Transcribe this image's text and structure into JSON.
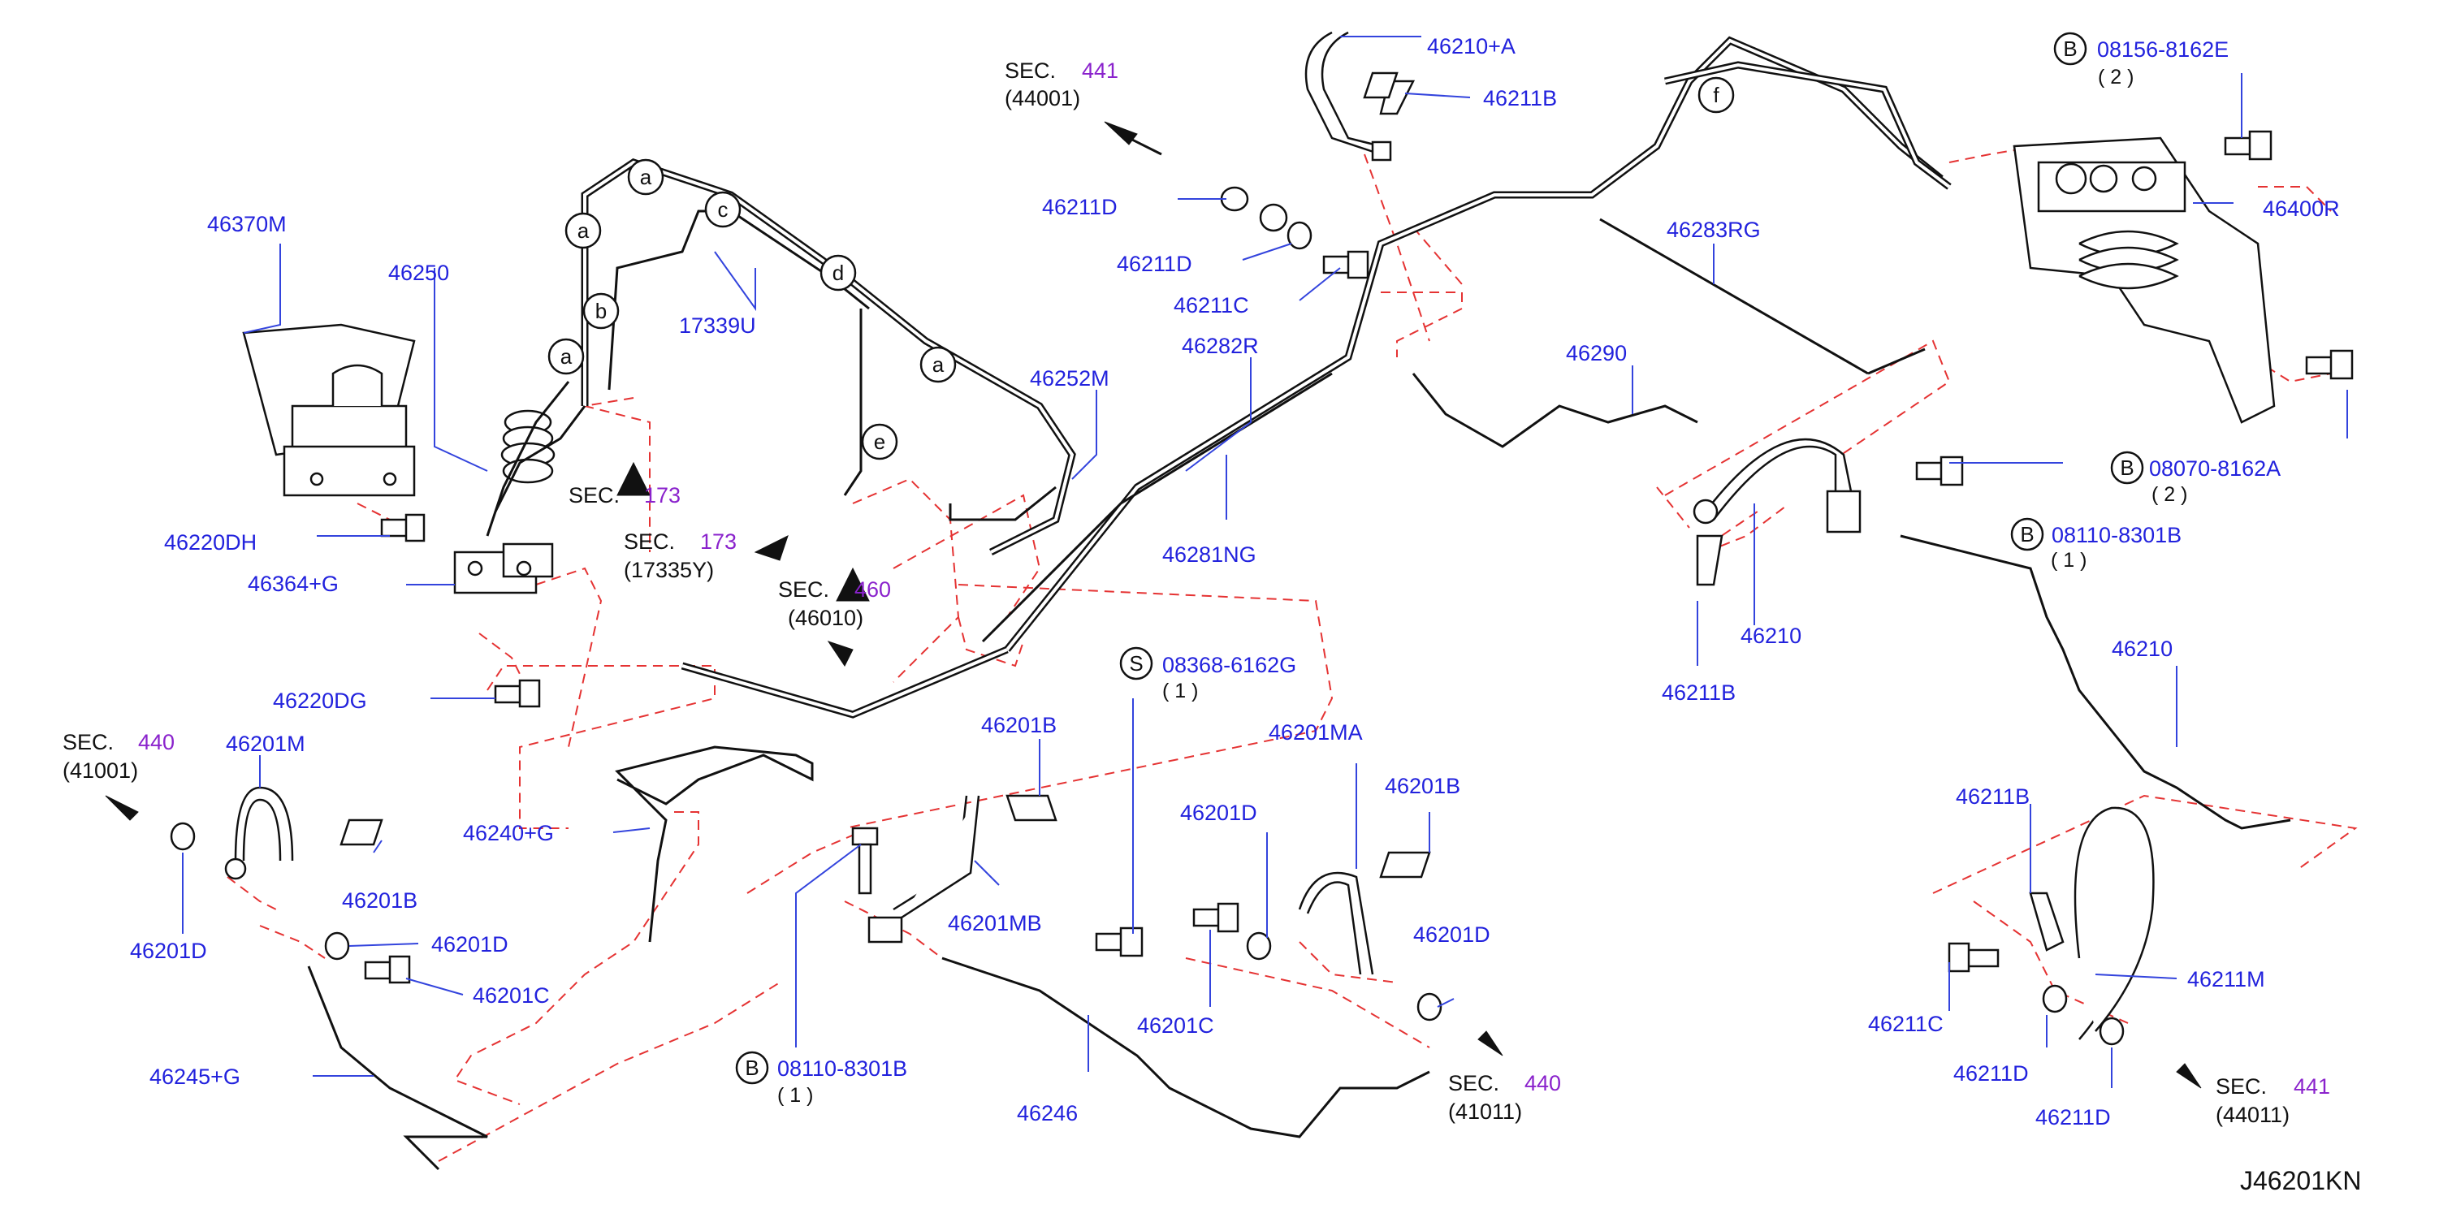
{
  "diagram_code": "J46201KN",
  "labels": {
    "p46370M": "46370M",
    "p46250": "46250",
    "p46220DH": "46220DH",
    "p46364G": "46364+G",
    "p46220DG": "46220DG",
    "p17339U": "17339U",
    "p46252M": "46252M",
    "p46282R": "46282R",
    "p46281NG": "46281NG",
    "p46210A": "46210+A",
    "p46211B_top": "46211B",
    "p46211D_a": "46211D",
    "p46211D_b": "46211D",
    "p46211C_top": "46211C",
    "p46283RG": "46283RG",
    "p46290": "46290",
    "p46400R": "46400R",
    "p08156": "08156-8162E",
    "p08070": "08070-8162A",
    "p08110_r": "08110-8301B",
    "p46210_mid": "46210",
    "p46211B_mid": "46211B",
    "p46210_r": "46210",
    "p46201M": "46201M",
    "p46201B_l": "46201B",
    "p46201D_l1": "46201D",
    "p46201D_l2": "46201D",
    "p46201C_l": "46201C",
    "p46245G": "46245+G",
    "p46240G": "46240+G",
    "p46201B_m": "46201B",
    "p46201MB": "46201MB",
    "p08110_b": "08110-8301B",
    "p08368": "08368-6162G",
    "p46201MA": "46201MA",
    "p46201B_m2": "46201B",
    "p46201D_m": "46201D",
    "p46201D_m2": "46201D",
    "p46201C_m": "46201C",
    "p46246": "46246",
    "p46211B_br": "46211B",
    "p46211M": "46211M",
    "p46211C_br": "46211C",
    "p46211D_br1": "46211D",
    "p46211D_br2": "46211D"
  },
  "quantities": {
    "q08156": "( 2 )",
    "q08070": "( 2 )",
    "q08110_r": "( 1 )",
    "q08110_b": "( 1 )",
    "q08368": "( 1 )"
  },
  "sections": {
    "sec441_top": {
      "prefix": "SEC.",
      "num": "441",
      "sub": "(44001)"
    },
    "sec173_a": {
      "prefix": "SEC.",
      "num": "173",
      "sub": ""
    },
    "sec173_b": {
      "prefix": "SEC.",
      "num": "173",
      "sub": "(17335Y)"
    },
    "sec460": {
      "prefix": "SEC.",
      "num": "460",
      "sub": "(46010)"
    },
    "sec440_l": {
      "prefix": "SEC.",
      "num": "440",
      "sub": "(41001)"
    },
    "sec440_b": {
      "prefix": "SEC.",
      "num": "440",
      "sub": "(41011)"
    },
    "sec441_br": {
      "prefix": "SEC.",
      "num": "441",
      "sub": "(44011)"
    }
  },
  "callouts": {
    "a": "a",
    "b": "b",
    "c": "c",
    "d": "d",
    "f": "f",
    "e": "e",
    "B": "B",
    "S": "S"
  },
  "colors": {
    "part_number": "#2222dd",
    "section_number": "#8a22cc",
    "leader": "#3344dd",
    "phantom_line": "#e53333",
    "outline": "#111111"
  }
}
